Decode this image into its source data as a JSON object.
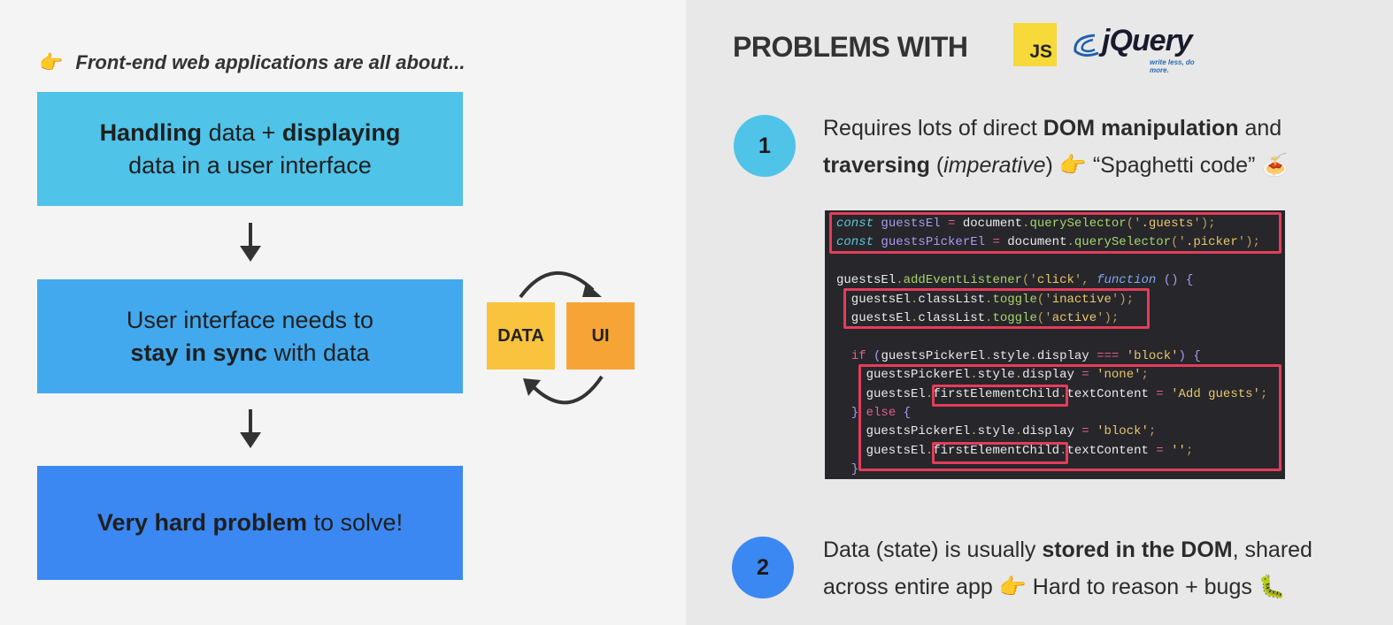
{
  "left": {
    "intro": {
      "icon": "pointing-hand-icon",
      "emoji": "👉",
      "text": "Front-end web applications are all about..."
    },
    "boxes": [
      {
        "color": "#4fc3e8",
        "parts": [
          {
            "b": true,
            "t": "Handling"
          },
          {
            "b": false,
            "t": " data + "
          },
          {
            "b": true,
            "t": "displaying"
          },
          {
            "br": true
          },
          {
            "b": false,
            "t": "data in a user interface"
          }
        ]
      },
      {
        "color": "#43a9ee",
        "parts": [
          {
            "b": false,
            "t": "User interface needs to"
          },
          {
            "br": true
          },
          {
            "b": true,
            "t": "stay in sync"
          },
          {
            "b": false,
            "t": " with data"
          }
        ]
      },
      {
        "color": "#3b88f2",
        "parts": [
          {
            "b": true,
            "t": "Very hard problem"
          },
          {
            "b": false,
            "t": " to solve!"
          }
        ]
      }
    ],
    "cycle": {
      "data_label": "DATA",
      "ui_label": "UI",
      "data_color": "#f9c33d",
      "ui_color": "#f7a437"
    }
  },
  "right": {
    "title": "PROBLEMS WITH",
    "js_logo": "JS",
    "jquery_logo": {
      "word": "jQuery",
      "slogan": "write less, do more."
    },
    "points": [
      {
        "number": "1",
        "color": "#4fc3e8",
        "lines": [
          [
            {
              "b": false,
              "t": "Requires lots of direct "
            },
            {
              "b": true,
              "t": "DOM manipulation"
            },
            {
              "b": false,
              "t": " and"
            }
          ],
          [
            {
              "b": true,
              "t": "traversing"
            },
            {
              "b": false,
              "t": " ("
            },
            {
              "i": true,
              "t": "imperative"
            },
            {
              "b": false,
              "t": ")  👉  “Spaghetti code” 🍝"
            }
          ]
        ]
      },
      {
        "number": "2",
        "color": "#3b88f2",
        "lines": [
          [
            {
              "b": false,
              "t": "Data (state) is usually "
            },
            {
              "b": true,
              "t": "stored in the DOM"
            },
            {
              "b": false,
              "t": ", shared"
            }
          ],
          [
            {
              "b": false,
              "t": "across entire app  👉  Hard to reason + bugs 🐛"
            }
          ]
        ]
      }
    ],
    "code": [
      [
        [
          "const",
          "k"
        ],
        [
          " ",
          "t"
        ],
        [
          "guestsEl",
          "v"
        ],
        [
          " = ",
          "o"
        ],
        [
          "document",
          "t"
        ],
        [
          ".",
          "p"
        ],
        [
          "querySelector",
          "m"
        ],
        [
          "('",
          "p"
        ],
        [
          ".guests",
          "s"
        ],
        [
          "');",
          "p"
        ]
      ],
      [
        [
          "const",
          "k"
        ],
        [
          " ",
          "t"
        ],
        [
          "guestsPickerEl",
          "v"
        ],
        [
          " = ",
          "o"
        ],
        [
          "document",
          "t"
        ],
        [
          ".",
          "p"
        ],
        [
          "querySelector",
          "m"
        ],
        [
          "('",
          "p"
        ],
        [
          ".picker",
          "s"
        ],
        [
          "');",
          "p"
        ]
      ],
      [],
      [
        [
          "guestsEl",
          "t"
        ],
        [
          ".",
          "p"
        ],
        [
          "addEventListener",
          "m"
        ],
        [
          "('",
          "p"
        ],
        [
          "click",
          "s"
        ],
        [
          "', ",
          "p"
        ],
        [
          "function",
          "f"
        ],
        [
          " () {",
          "v"
        ]
      ],
      [
        [
          "  guestsEl",
          "t"
        ],
        [
          ".",
          "p"
        ],
        [
          "classList",
          "t"
        ],
        [
          ".",
          "p"
        ],
        [
          "toggle",
          "m"
        ],
        [
          "('",
          "p"
        ],
        [
          "inactive",
          "s"
        ],
        [
          "');",
          "p"
        ]
      ],
      [
        [
          "  guestsEl",
          "t"
        ],
        [
          ".",
          "p"
        ],
        [
          "classList",
          "t"
        ],
        [
          ".",
          "p"
        ],
        [
          "toggle",
          "m"
        ],
        [
          "('",
          "p"
        ],
        [
          "active",
          "s"
        ],
        [
          "');",
          "p"
        ]
      ],
      [],
      [
        [
          "  ",
          "t"
        ],
        [
          "if",
          "kw"
        ],
        [
          " (",
          "v"
        ],
        [
          "guestsPickerEl",
          "t"
        ],
        [
          ".",
          "p"
        ],
        [
          "style",
          "t"
        ],
        [
          ".",
          "p"
        ],
        [
          "display",
          "t"
        ],
        [
          " === ",
          "o"
        ],
        [
          "'block'",
          "s"
        ],
        [
          ") {",
          "v"
        ]
      ],
      [
        [
          "    guestsPickerEl",
          "t"
        ],
        [
          ".",
          "p"
        ],
        [
          "style",
          "t"
        ],
        [
          ".",
          "p"
        ],
        [
          "display",
          "t"
        ],
        [
          " = ",
          "o"
        ],
        [
          "'none'",
          "s"
        ],
        [
          ";",
          "p"
        ]
      ],
      [
        [
          "    guestsEl",
          "t"
        ],
        [
          ".",
          "p"
        ],
        [
          "firstElementChild",
          "t"
        ],
        [
          ".",
          "p"
        ],
        [
          "textContent",
          "t"
        ],
        [
          " = ",
          "o"
        ],
        [
          "'Add guests'",
          "s"
        ],
        [
          ";",
          "p"
        ]
      ],
      [
        [
          "  } ",
          "v"
        ],
        [
          "else",
          "kw"
        ],
        [
          " {",
          "v"
        ]
      ],
      [
        [
          "    guestsPickerEl",
          "t"
        ],
        [
          ".",
          "p"
        ],
        [
          "style",
          "t"
        ],
        [
          ".",
          "p"
        ],
        [
          "display",
          "t"
        ],
        [
          " = ",
          "o"
        ],
        [
          "'block'",
          "s"
        ],
        [
          ";",
          "p"
        ]
      ],
      [
        [
          "    guestsEl",
          "t"
        ],
        [
          ".",
          "p"
        ],
        [
          "firstElementChild",
          "t"
        ],
        [
          ".",
          "p"
        ],
        [
          "textContent",
          "t"
        ],
        [
          " = ",
          "o"
        ],
        [
          "''",
          "s"
        ],
        [
          ";",
          "p"
        ]
      ],
      [
        [
          "  }",
          "v"
        ]
      ]
    ],
    "highlight_color": "#e43d5a"
  }
}
